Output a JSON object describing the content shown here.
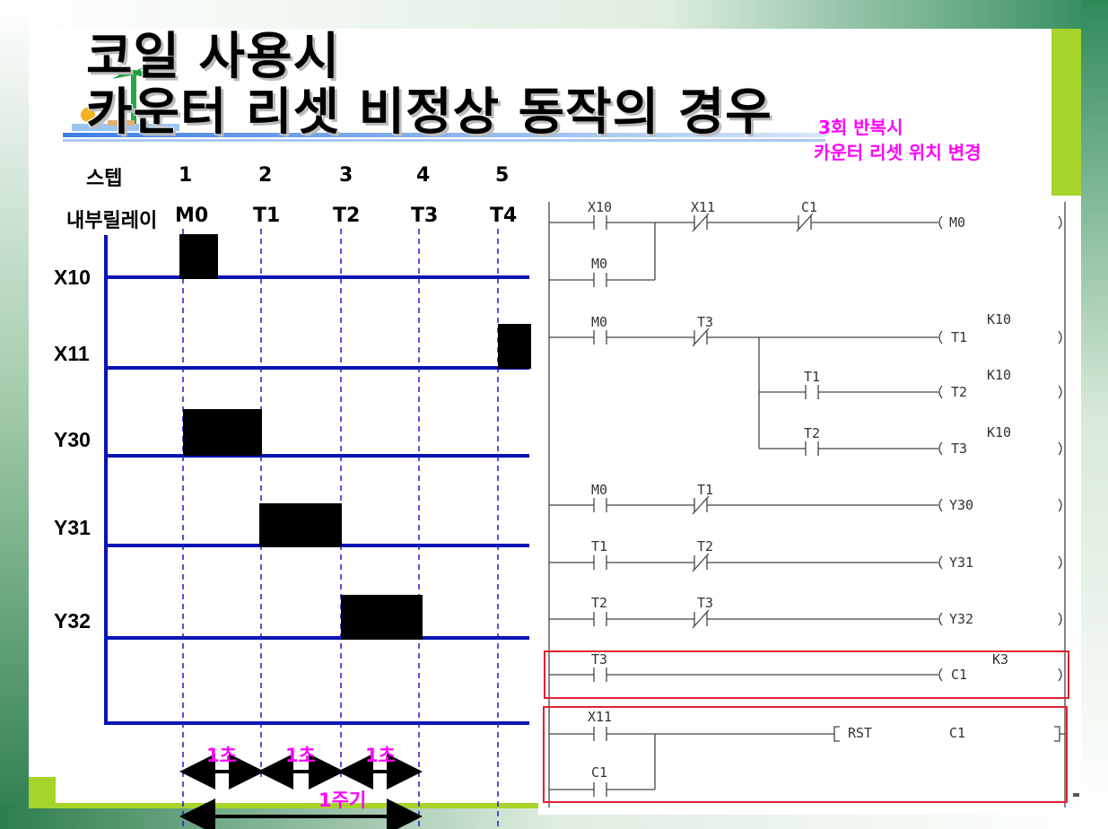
{
  "title": {
    "line1": "코일 사용시",
    "line2": "카운터 리셋 비정상 동작의 경우"
  },
  "note": {
    "line1": "3회 반복시",
    "line2": "카운터 리셋 위치 변경"
  },
  "timing": {
    "step_label": "스텝",
    "steps": [
      "1",
      "2",
      "3",
      "4",
      "5"
    ],
    "relay_label": "내부릴레이",
    "relays": [
      "M0",
      "T1",
      "T2",
      "T3",
      "T4"
    ],
    "signals": [
      "X10",
      "X11",
      "Y30",
      "Y31",
      "Y32"
    ],
    "intervals": [
      "1초",
      "1초",
      "1초"
    ],
    "cycle": "1주기"
  },
  "ladder": {
    "rung1": {
      "contacts": [
        "X10",
        "X11",
        "C1"
      ],
      "branch": "M0",
      "coil": "M0"
    },
    "rung2": {
      "contacts": [
        "M0",
        "T3"
      ],
      "coil": "T1",
      "k": "K10"
    },
    "rung3": {
      "contact": "T1",
      "coil": "T2",
      "k": "K10"
    },
    "rung4": {
      "contact": "T2",
      "coil": "T3",
      "k": "K10"
    },
    "rung5": {
      "contacts": [
        "M0",
        "T1"
      ],
      "coil": "Y30"
    },
    "rung6": {
      "contacts": [
        "T1",
        "T2"
      ],
      "coil": "Y31"
    },
    "rung7": {
      "contacts": [
        "T2",
        "T3"
      ],
      "coil": "Y32"
    },
    "rung8": {
      "contact": "T3",
      "coil": "C1",
      "k": "K3"
    },
    "rung9": {
      "contact": "X11",
      "branch": "C1",
      "instr": "RST",
      "operand": "C1"
    }
  },
  "colors": {
    "timing_line": "#0a14b4",
    "accent": "#ff00ff",
    "highlight_box": "#e02030",
    "bg_green": "#3a8a5a",
    "bar_lime": "#a6d42a"
  }
}
